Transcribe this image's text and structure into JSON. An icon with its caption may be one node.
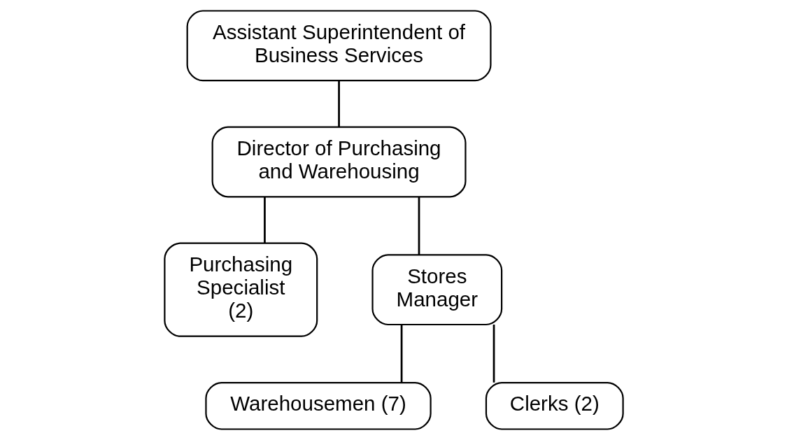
{
  "diagram": {
    "nodes": [
      {
        "text": [
          "Assistant Superintendent of Business Services"
        ]
      },
      {
        "text": [
          "Director of Purchasing and Warehousing"
        ]
      },
      {
        "text": [
          "Purchasing Specialist (2)"
        ]
      },
      {
        "text": [
          "Stores Manager"
        ]
      },
      {
        "text": [
          "Warehousemen (7)"
        ]
      },
      {
        "text": [
          "Clerks (2)"
        ]
      }
    ],
    "edges": [
      {
        "from": 0,
        "to": 1,
        "arrow": "none"
      },
      {
        "from": 1,
        "to": 2,
        "arrow": "none"
      },
      {
        "from": 1,
        "to": 3,
        "arrow": "none"
      },
      {
        "from": 3,
        "to": 4,
        "arrow": "none"
      },
      {
        "from": 3,
        "to": 5,
        "arrow": "none"
      }
    ]
  }
}
